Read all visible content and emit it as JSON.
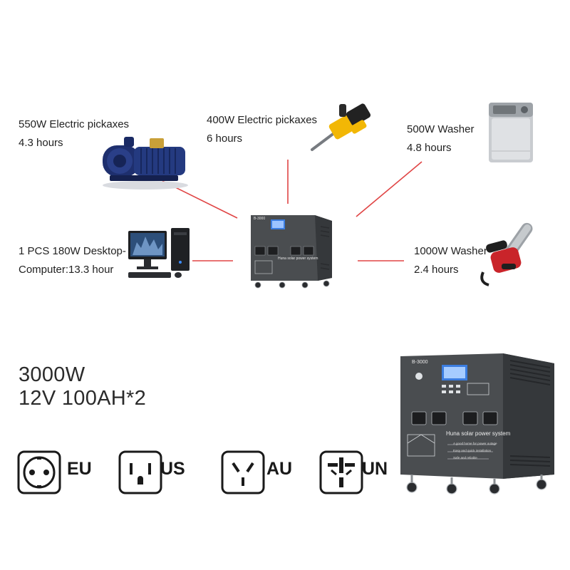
{
  "appliances": [
    {
      "id": "pump",
      "name": "550W Electric pickaxes",
      "runtime": "4.3 hours"
    },
    {
      "id": "hammer",
      "name": "400W Electric pickaxes",
      "runtime": "6 hours"
    },
    {
      "id": "washer",
      "name": "500W Washer",
      "runtime": "4.8 hours"
    },
    {
      "id": "computer",
      "name": "1 PCS 180W Desktop-",
      "runtime": "Computer:13.3 hour"
    },
    {
      "id": "chainsaw",
      "name": "1000W Washer",
      "runtime": "2.4 hours"
    }
  ],
  "specs": {
    "power": "3000W",
    "battery": "12V 100AH*2"
  },
  "sockets": [
    {
      "code": "EU",
      "icon": "eu-socket-icon"
    },
    {
      "code": "US",
      "icon": "us-socket-icon"
    },
    {
      "code": "AU",
      "icon": "au-socket-icon"
    },
    {
      "code": "UN",
      "icon": "universal-socket-icon"
    }
  ],
  "product": {
    "model": "B-3000",
    "panel_title": "Huna solar power system",
    "features": [
      "A good home for power outage",
      "Easy and quick installation",
      "Safe and reliable"
    ],
    "model_small": "B-3000",
    "panel_title_small": "Huna solar power system"
  },
  "colors": {
    "connector_line": "#e04545",
    "cabinet": "#4a4d50",
    "cabinet_dark": "#35383b"
  }
}
